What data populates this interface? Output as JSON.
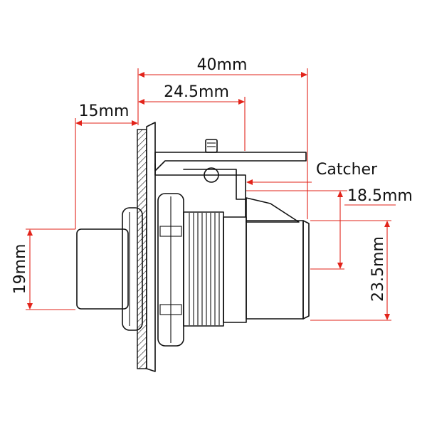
{
  "labels": {
    "dim_40": "40mm",
    "dim_24_5": "24.5mm",
    "dim_15": "15mm",
    "dim_19": "19mm",
    "dim_18_5": "18.5mm",
    "dim_23_5": "23.5mm",
    "catcher": "Catcher"
  },
  "colors": {
    "dimension_line": "#e2231a",
    "outline": "#111111",
    "background": "#ffffff"
  }
}
